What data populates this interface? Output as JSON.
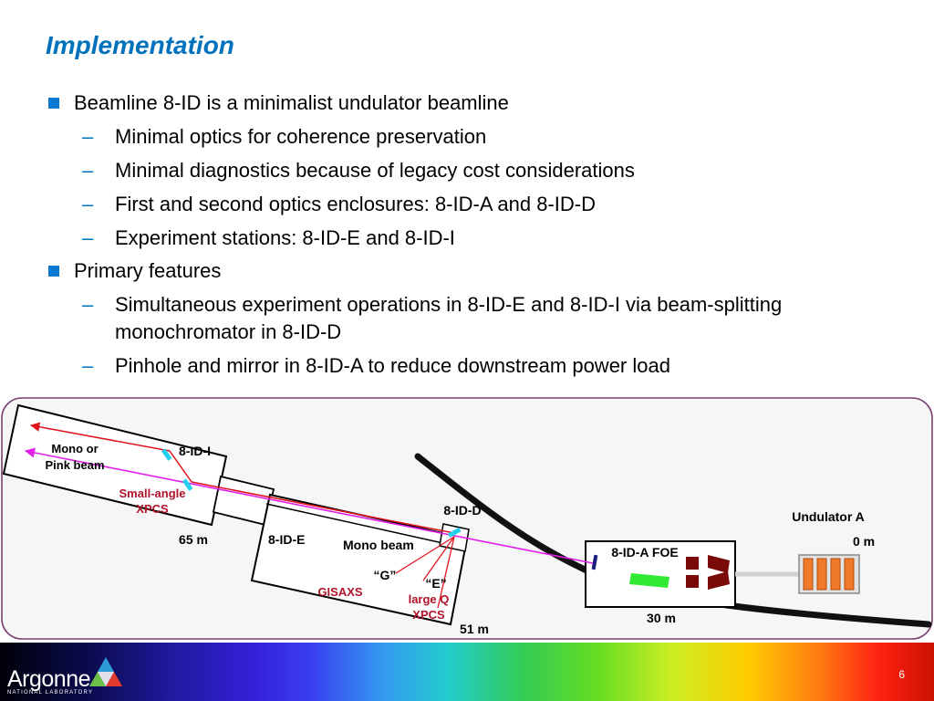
{
  "slide": {
    "title": "Implementation",
    "page_number": "6"
  },
  "bullets": [
    {
      "text": "Beamline 8-ID is a minimalist undulator beamline",
      "sub": [
        "Minimal optics for coherence preservation",
        "Minimal diagnostics because of legacy cost considerations",
        "First and second optics enclosures: 8-ID-A and 8-ID-D",
        "Experiment stations: 8-ID-E and 8-ID-I"
      ]
    },
    {
      "text": "Primary features",
      "sub": [
        "Simultaneous experiment operations in 8-ID-E and 8-ID-I via beam-splitting monochromator in 8-ID-D",
        "Pinhole and mirror in 8-ID-A to reduce downstream power load"
      ]
    }
  ],
  "diagram": {
    "mono_or_pink_line1": "Mono  or",
    "mono_or_pink_line2": "Pink beam",
    "station_i": "8-ID-I",
    "small_angle_line1": "Small-angle",
    "small_angle_line2": "XPCS",
    "dist_65": "65 m",
    "station_d": "8-ID-D",
    "station_e": "8-ID-E",
    "mono_beam": "Mono beam",
    "g_label": "“G”",
    "gisaxs": "GISAXS",
    "e_label": "“E”",
    "large_q_line1": "large Q",
    "large_q_line2": "XPCS",
    "dist_51": "51 m",
    "foe": "8-ID-A FOE",
    "dist_30": "30 m",
    "undulator": "Undulator A",
    "dist_0": "0 m"
  },
  "footer": {
    "logo_main": "Argonne",
    "logo_sub": "NATIONAL LABORATORY"
  },
  "colors": {
    "title": "#0071bc",
    "bullet_square": "#0a7ad0",
    "diagram_frame": "#7a3d6e",
    "red_beam": "#e0141e",
    "pink_beam": "#e020e8",
    "station_label_red": "#b0122a",
    "optic_cyan": "#27d0ee",
    "undulator_orange": "#f07a2a",
    "foe_green": "#2ee834",
    "maroon": "#7a0a0a"
  }
}
